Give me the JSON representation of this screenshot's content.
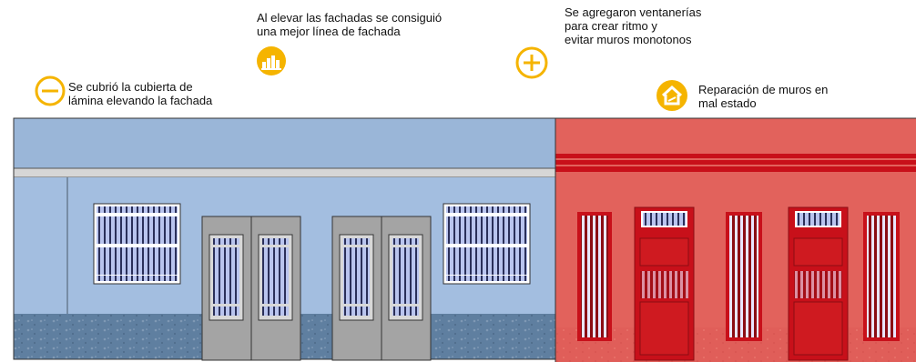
{
  "annotations": {
    "roof": {
      "lines": [
        "Se cubrió la cubierta de",
        "lámina elevando la fachada"
      ],
      "icon": "minus-circle-icon"
    },
    "facade_height": {
      "lines": [
        "Al elevar las fachadas se consiguió",
        "una mejor línea de fachada"
      ],
      "icon": "bar-chart-icon"
    },
    "windows": {
      "lines": [
        "Se agregaron ventanerías",
        "para crear ritmo y",
        "evitar muros monotonos"
      ],
      "icon": "plus-circle-icon"
    },
    "walls": {
      "lines": [
        "Reparación de muros en",
        "mal estado"
      ],
      "icon": "house-icon"
    }
  },
  "colors": {
    "icon_orange": "#f5b400",
    "blue_wall": "#9db8d8",
    "blue_wall_dark": "#5f7fa0",
    "red_wall": "#e2615c",
    "red_trim": "#d0141c",
    "door_gray": "#a8a8a8"
  }
}
